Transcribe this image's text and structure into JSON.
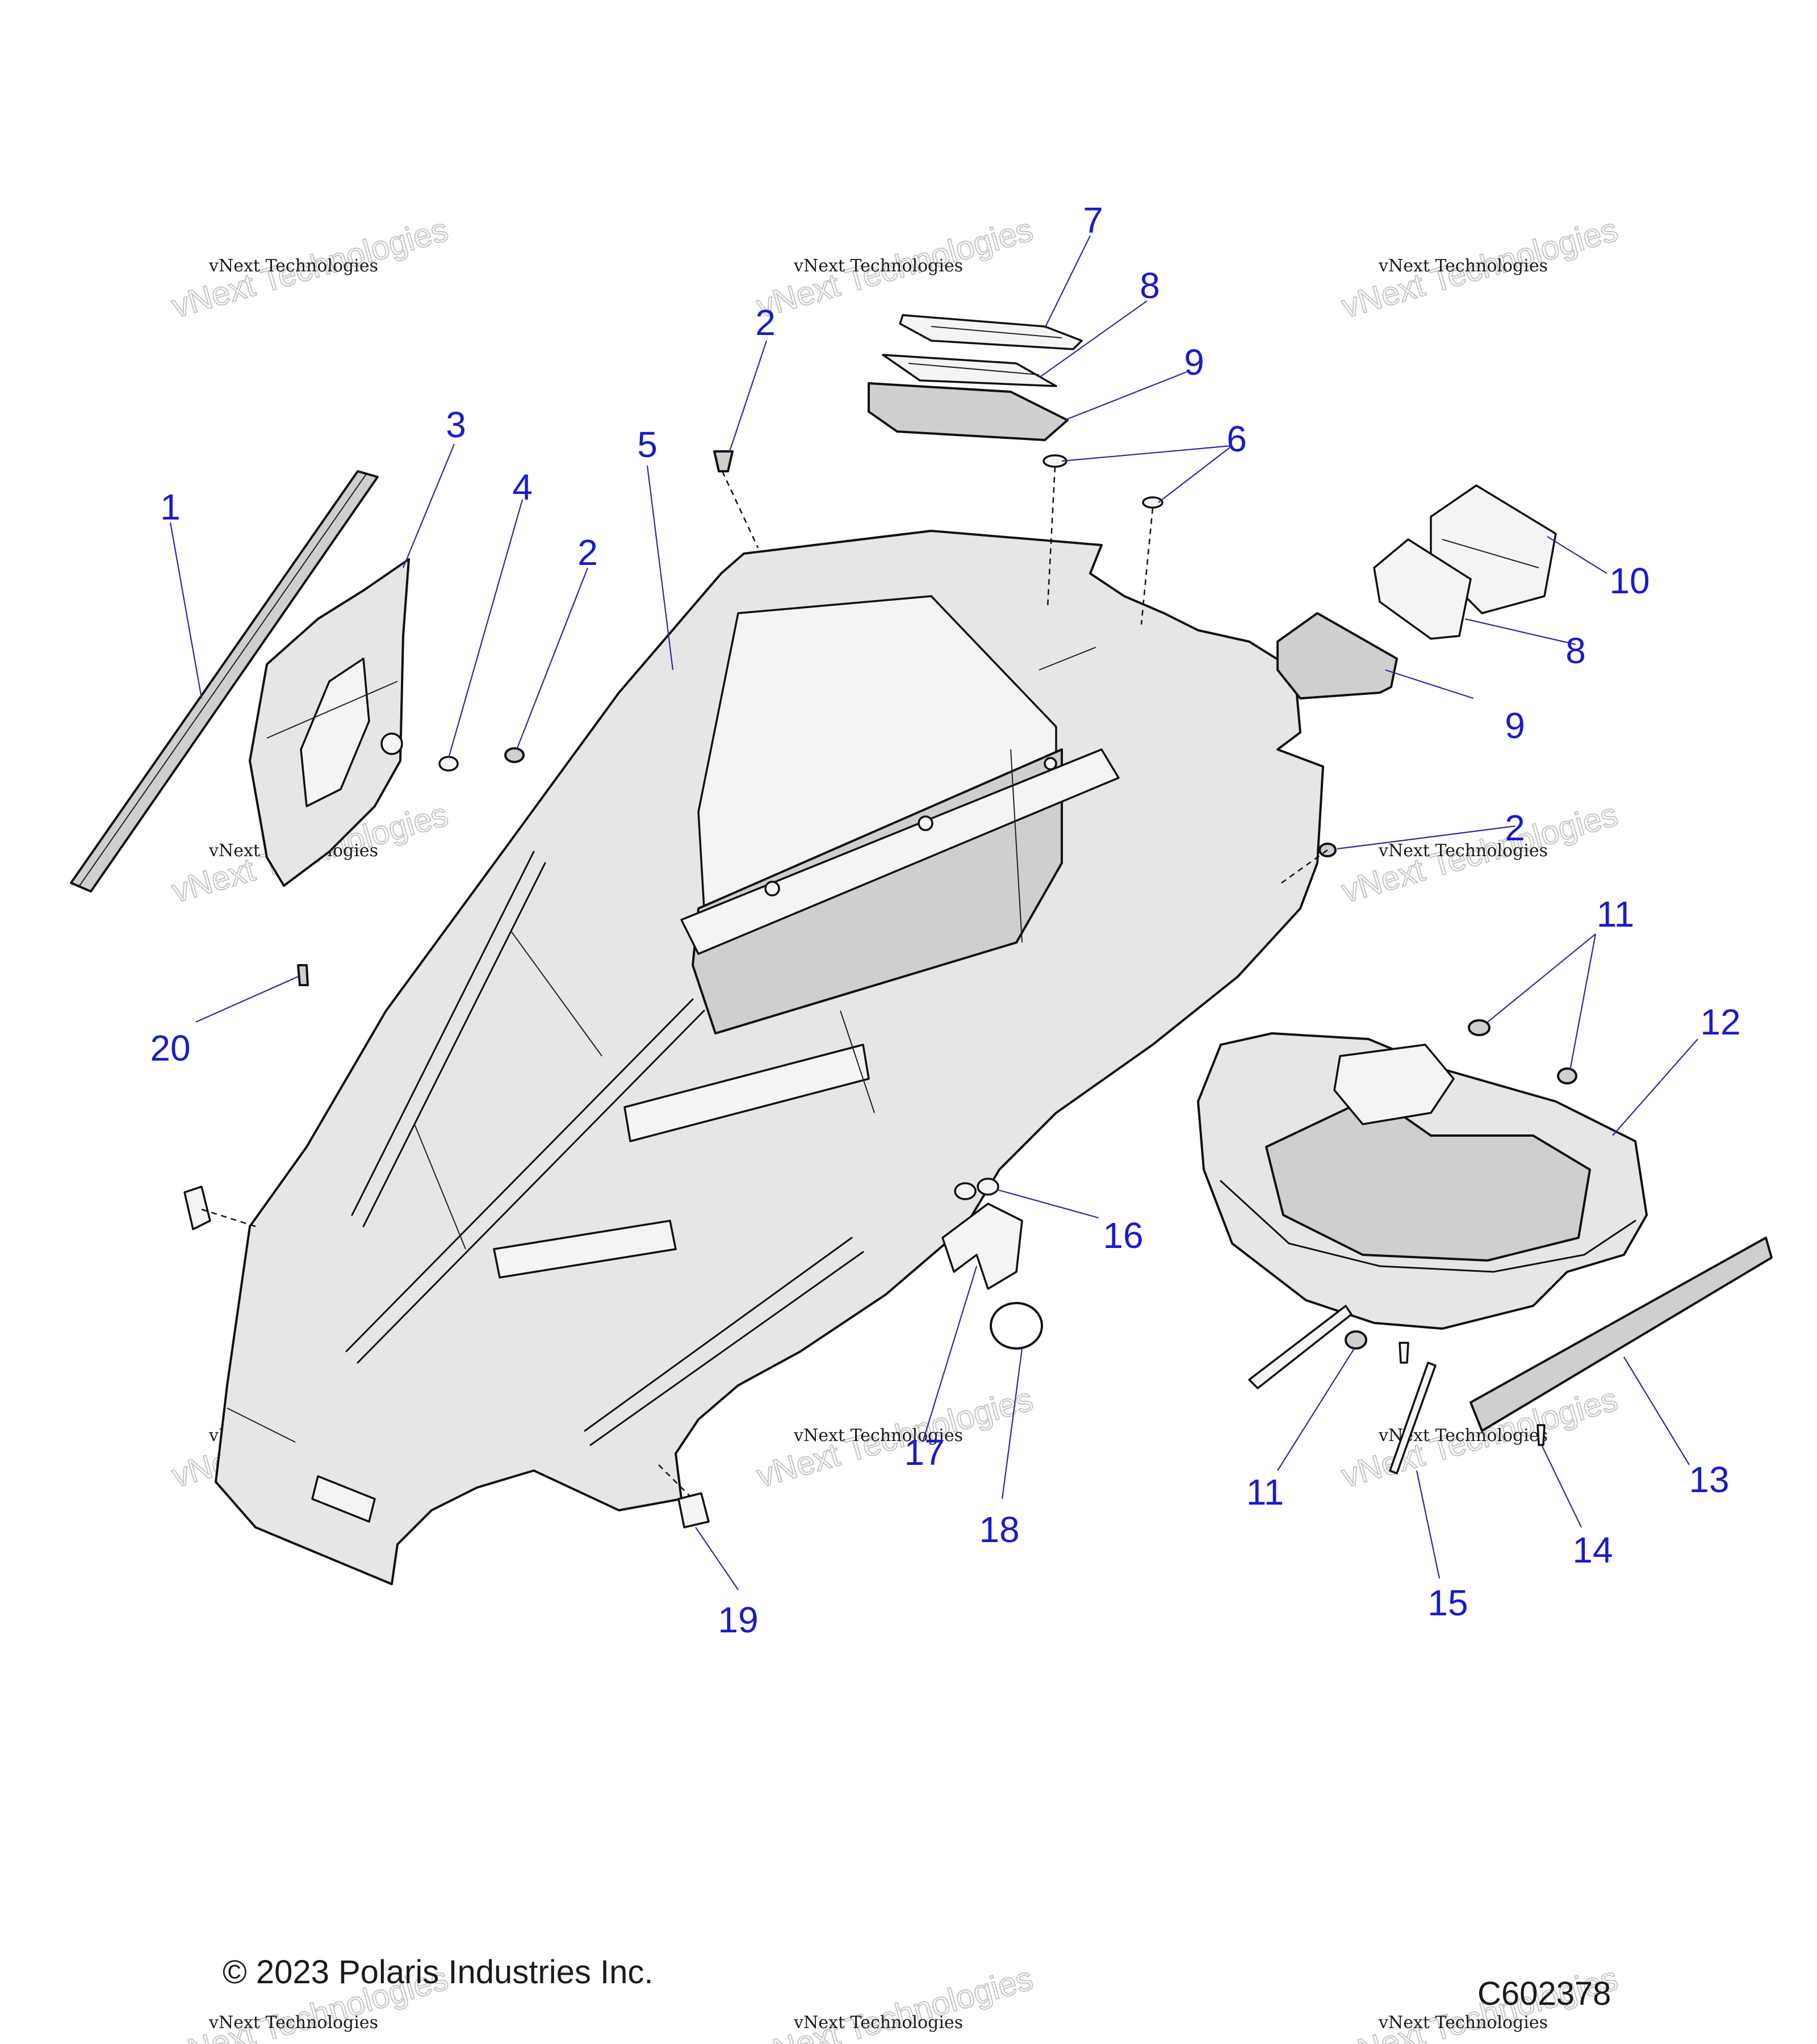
{
  "watermark": {
    "text_small": "vNext Technologies",
    "text_large": "vNext Technologies"
  },
  "footer": {
    "copyright": "© 2023 Polaris Industries Inc.",
    "drawing_number": "C602378"
  },
  "callouts": [
    "1",
    "2",
    "2",
    "2",
    "3",
    "4",
    "5",
    "6",
    "7",
    "8",
    "8",
    "9",
    "9",
    "10",
    "11",
    "11",
    "12",
    "13",
    "14",
    "15",
    "16",
    "17",
    "18",
    "19",
    "20"
  ]
}
